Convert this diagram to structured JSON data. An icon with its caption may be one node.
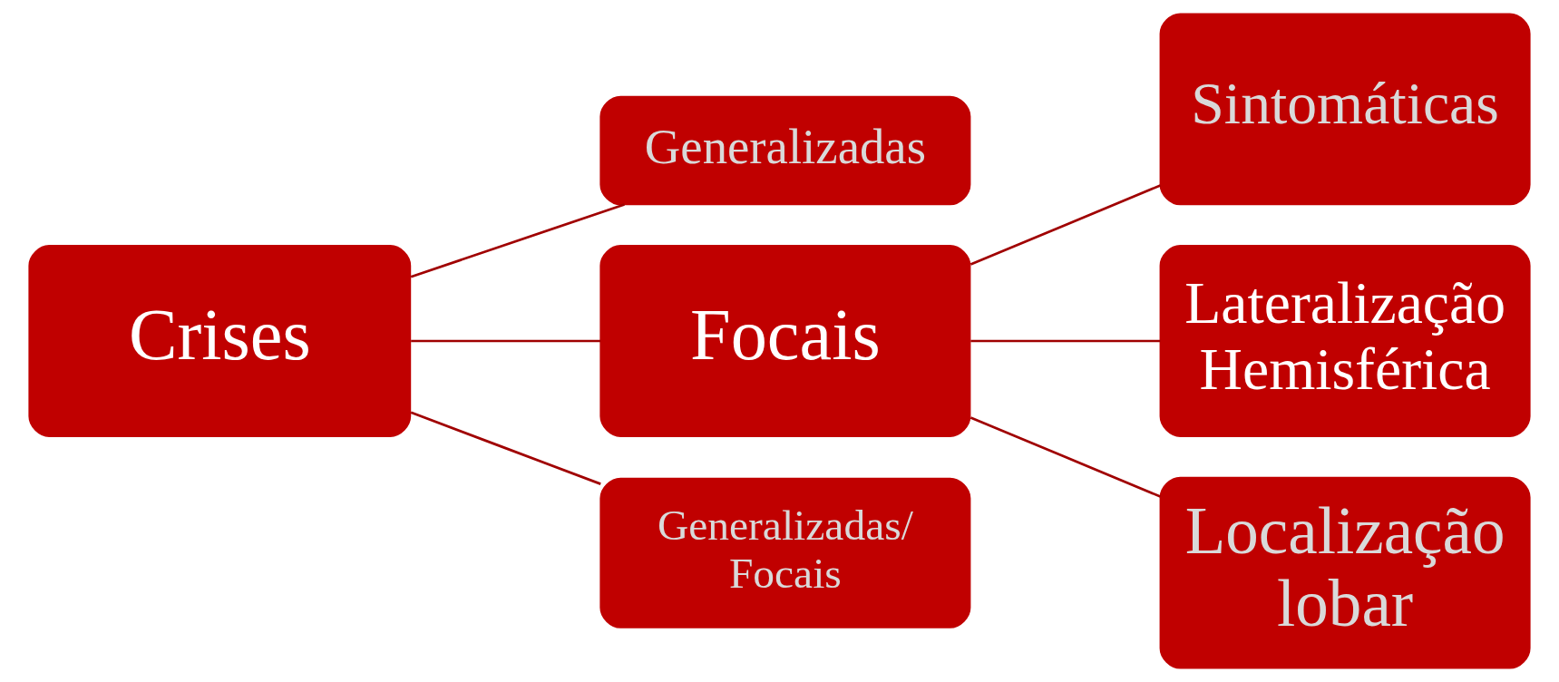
{
  "diagram": {
    "nodes": [
      {
        "text": [
          "Crises"
        ]
      },
      {
        "text": [
          "Generalizadas"
        ]
      },
      {
        "text": [
          "Focais"
        ]
      },
      {
        "text": [
          "Generalizadas/ Focais"
        ]
      },
      {
        "text": [
          "Sintomáticas"
        ]
      },
      {
        "text": [
          "Lateralização Hemisférica"
        ]
      },
      {
        "text": [
          "Localização lobar"
        ]
      }
    ],
    "edges": [
      {
        "from": 0,
        "to": 1,
        "arrow": "none"
      },
      {
        "from": 0,
        "to": 2,
        "arrow": "none"
      },
      {
        "from": 0,
        "to": 3,
        "arrow": "none"
      },
      {
        "from": 2,
        "to": 4,
        "arrow": "none"
      },
      {
        "from": 2,
        "to": 5,
        "arrow": "none"
      },
      {
        "from": 2,
        "to": 6,
        "arrow": "none"
      }
    ]
  }
}
